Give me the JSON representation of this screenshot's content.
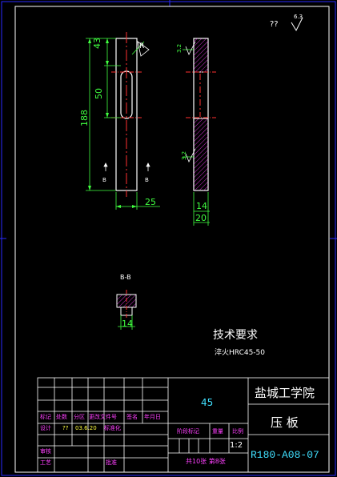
{
  "drawing": {
    "top_right_mark": "??",
    "top_right_roughness": "6.3",
    "dims": {
      "d43": "43",
      "d50": "50",
      "d188": "188",
      "d25": "25",
      "d14_side": "14",
      "d20": "20",
      "d14_section": "14",
      "rough_top": "3.2",
      "rough_bottom": "3.2",
      "radius_mark": "R"
    },
    "section_label_left": "B",
    "section_label_right": "B",
    "section_title": "B-B",
    "tech_req_title": "技术要求",
    "tech_req_text": "淬火HRC45-50"
  },
  "title_block": {
    "material": "45",
    "school": "盐城工学院",
    "part_name": "压 板",
    "drawing_number": "R180-A08-07",
    "scale": "1:2",
    "scale_label": "比例",
    "weight_label": "重量",
    "stage_label": "阶段标记",
    "sheets_text": "共10张 第8张",
    "headers": [
      "标记",
      "处数",
      "分区",
      "更改文件号",
      "签名",
      "年月日"
    ],
    "design_label": "设计",
    "design_name": "??",
    "design_date": "03.6.20",
    "std_label": "标准化",
    "review_label": "审核",
    "process_label": "工艺",
    "approve_label": "批准"
  }
}
